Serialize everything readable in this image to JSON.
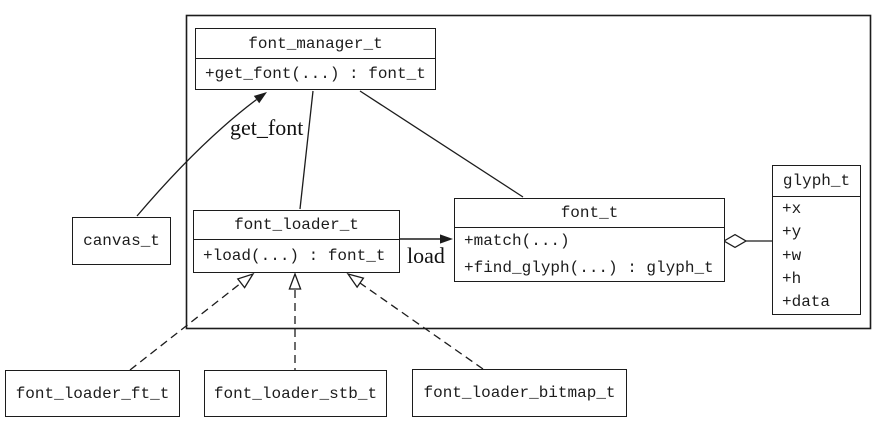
{
  "diagram": {
    "classes": {
      "font_manager": {
        "title": "font_manager_t",
        "methods": [
          "+get_font(...) : font_t"
        ]
      },
      "canvas": {
        "title": "canvas_t"
      },
      "font_loader": {
        "title": "font_loader_t",
        "methods": [
          "+load(...) : font_t"
        ]
      },
      "font": {
        "title": "font_t",
        "methods": [
          "+match(...)",
          "+find_glyph(...) : glyph_t"
        ]
      },
      "glyph": {
        "title": "glyph_t",
        "attributes": [
          "+x",
          "+y",
          "+w",
          "+h",
          "+data"
        ]
      },
      "font_loader_ft": {
        "title": "font_loader_ft_t"
      },
      "font_loader_stb": {
        "title": "font_loader_stb_t"
      },
      "font_loader_bitmap": {
        "title": "font_loader_bitmap_t"
      }
    },
    "edge_labels": {
      "get_font": "get_font",
      "load": "load"
    },
    "colors": {
      "stroke": "#1c1c1c",
      "background": "#ffffff"
    }
  }
}
